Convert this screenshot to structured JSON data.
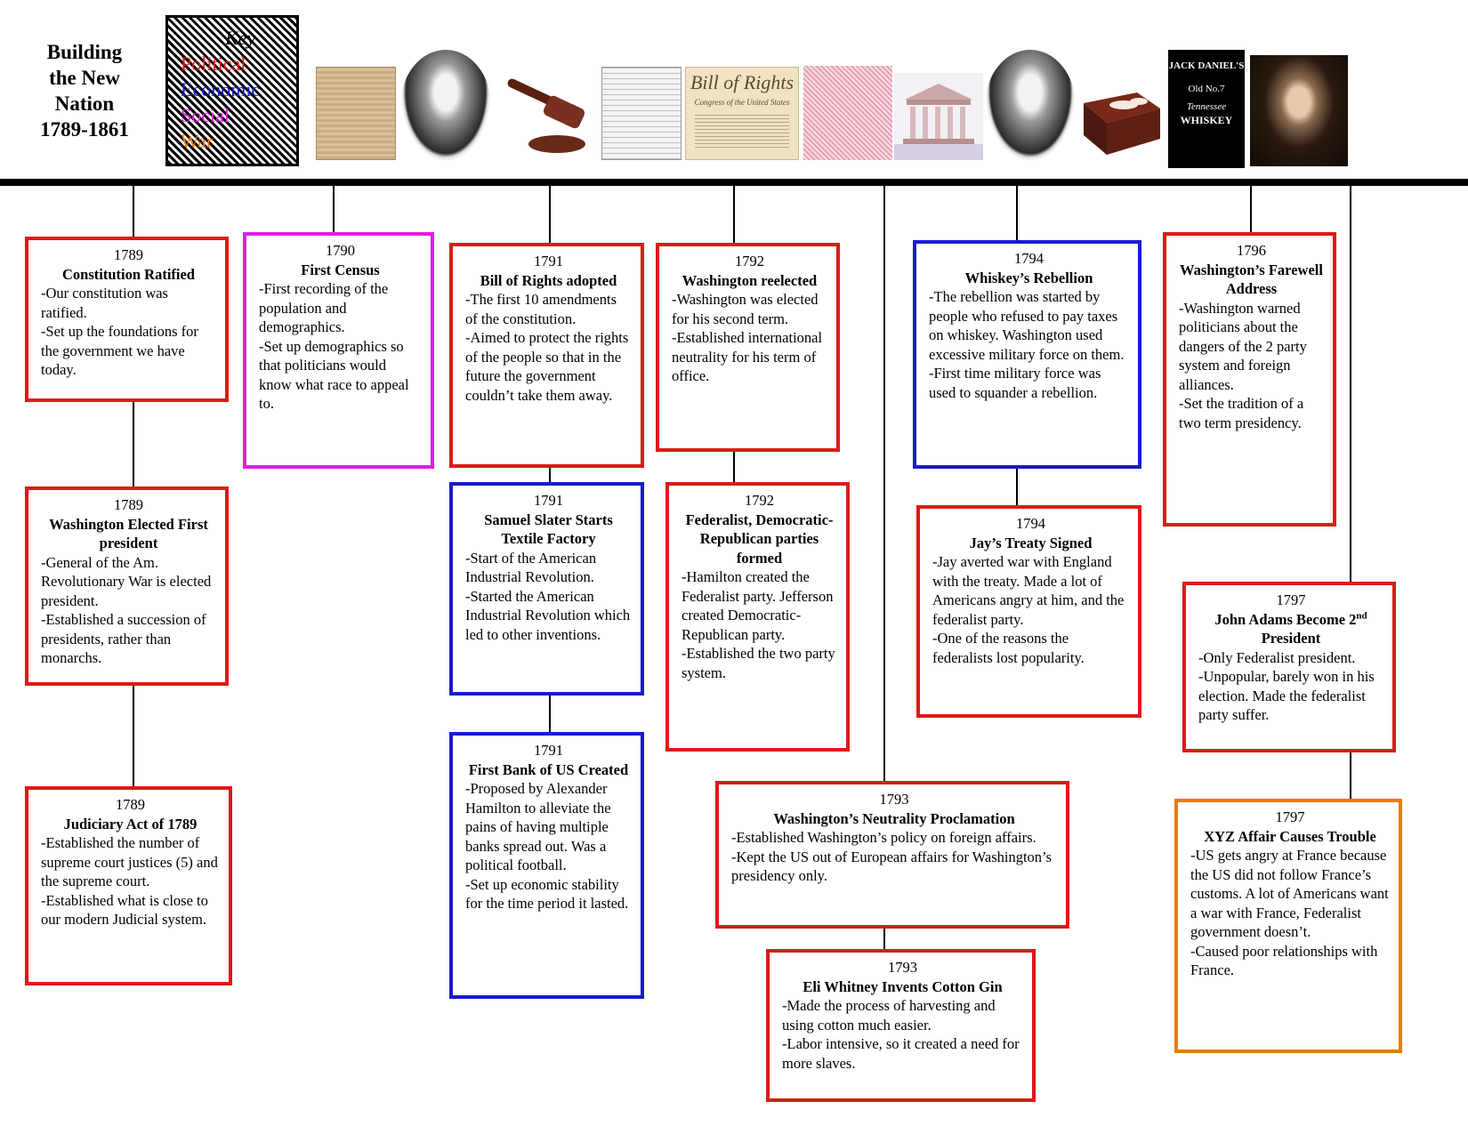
{
  "title": {
    "line1": "Building",
    "line2": "the New",
    "line3": "Nation",
    "line4": "1789-1861"
  },
  "key": {
    "title": "Key",
    "items": [
      {
        "label": "Political",
        "color": "#e01818"
      },
      {
        "label": "Economic",
        "color": "#1a1ad0"
      },
      {
        "label": "Social",
        "color": "#e21ce0"
      },
      {
        "label": "War",
        "color": "#e87a14"
      }
    ]
  },
  "images": {
    "bill_of_rights_heading": "Bill of Rights",
    "bill_of_rights_subheading": "Congress of the United States",
    "whiskey_label": {
      "brand": "JACK DANIEL'S",
      "line1": "Old No.7",
      "line2": "Tennessee",
      "line3": "WHISKEY"
    }
  },
  "events": [
    {
      "year": "1789",
      "heading": "Constitution Ratified",
      "body": "-Our constitution was ratified.\n-Set up the foundations for the government we have today."
    },
    {
      "year": "1789",
      "heading": "Washington Elected First president",
      "body": "-General of the Am. Revolutionary War is elected president.\n-Established a succession of presidents, rather than monarchs."
    },
    {
      "year": "1789",
      "heading": "Judiciary Act of 1789",
      "body": "-Established the number of supreme court justices (5) and the supreme court.\n-Established what is close to our modern Judicial system."
    },
    {
      "year": "1790",
      "heading": "First Census",
      "body": "-First recording of the population and demographics.\n-Set up demographics so that politicians would know what race to appeal to."
    },
    {
      "year": "1791",
      "heading": "Bill of Rights adopted",
      "body": "-The first 10 amendments of the constitution.\n-Aimed to protect the rights of the people so that in the future the government couldn’t take them away."
    },
    {
      "year": "1791",
      "heading": "Samuel Slater Starts Textile Factory",
      "body": "-Start of the American Industrial Revolution.\n-Started the American Industrial Revolution which led to other inventions."
    },
    {
      "year": "1791",
      "heading": "First Bank of US Created",
      "body": "-Proposed by Alexander Hamilton to alleviate the pains of having multiple banks spread out. Was a political football.\n-Set up economic stability for the time period it lasted."
    },
    {
      "year": "1792",
      "heading": "Washington reelected",
      "body": "-Washington was elected for his second term.\n-Established international neutrality for his term of office."
    },
    {
      "year": "1792",
      "heading": "Federalist, Democratic-Republican parties formed",
      "body": "-Hamilton created the Federalist party. Jefferson created Democratic-Republican party.\n-Established the two party system."
    },
    {
      "year": "1793",
      "heading": "Washington’s Neutrality Proclamation",
      "body": "-Established Washington’s policy on foreign affairs.\n-Kept the US out of European affairs for Washington’s presidency only."
    },
    {
      "year": "1793",
      "heading": "Eli Whitney Invents Cotton Gin",
      "body": "-Made the process of harvesting and using cotton much easier.\n-Labor intensive, so it created a need for more slaves."
    },
    {
      "year": "1794",
      "heading": "Whiskey’s Rebellion",
      "body": "-The rebellion was started by people who refused to pay taxes on whiskey. Washington used excessive military force on them.\n-First time military force was used to squander a rebellion."
    },
    {
      "year": "1794",
      "heading": "Jay’s Treaty Signed",
      "body": "-Jay averted war with England with the treaty. Made a lot of Americans angry at him, and the federalist party.\n-One of the reasons the federalists lost popularity."
    },
    {
      "year": "1796",
      "heading": "Washington’s Farewell Address",
      "body": "-Washington warned politicians about the dangers of the 2 party system and foreign alliances.\n-Set the tradition of a two term presidency."
    },
    {
      "year": "1797",
      "heading": "John Adams Become 2",
      "heading_sup": "nd",
      "heading_after": " President",
      "body": "-Only Federalist president.\n-Unpopular, barely won in his election. Made the federalist party suffer."
    },
    {
      "year": "1797",
      "heading": "XYZ Affair Causes Trouble",
      "body": "-US gets angry at France because the US did not follow France’s customs. A lot of Americans want a war with France, Federalist government doesn’t.\n-Caused poor relationships with France."
    }
  ]
}
